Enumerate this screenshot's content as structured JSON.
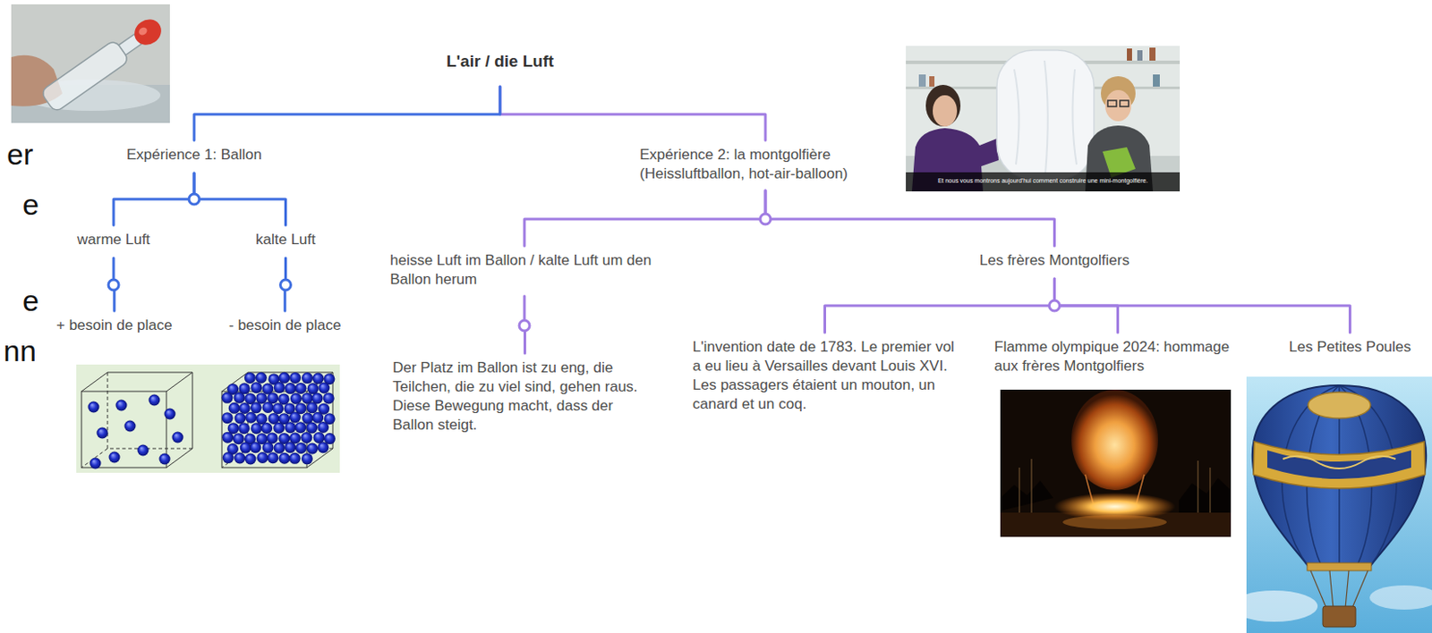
{
  "diagram": {
    "nodes": [
      {
        "text": [
          "L'air / die Luft"
        ]
      },
      {
        "text": [
          "Expérience 1: Ballon"
        ]
      },
      {
        "text": [
          "warme Luft"
        ]
      },
      {
        "text": [
          "kalte Luft"
        ]
      },
      {
        "text": [
          "+ besoin de place"
        ]
      },
      {
        "text": [
          "- besoin de place"
        ]
      },
      {
        "text": [
          "Expérience 2: la montgolfière (Heissluftballon, hot-air-balloon)"
        ]
      },
      {
        "text": [
          "heisse Luft im Ballon / kalte Luft um den Ballon herum"
        ]
      },
      {
        "text": [
          "Der Platz im Ballon ist zu eng, die Teilchen, die zu viel sind, gehen raus. Diese Bewegung macht, dass der Ballon steigt."
        ]
      },
      {
        "text": [
          "Les frères Montgolfiers"
        ]
      },
      {
        "text": [
          "L'invention date de 1783. Le premier vol a eu lieu à Versailles devant Louis XVI. Les passagers étaient un mouton, un canard et un coq."
        ]
      },
      {
        "text": [
          "Flamme olympique 2024: hommage aux frères Montgolfiers"
        ]
      },
      {
        "text": [
          "Les Petites Poules"
        ]
      }
    ],
    "edges": [
      {
        "from": 0,
        "to": 1,
        "arrow": "none"
      },
      {
        "from": 0,
        "to": 6,
        "arrow": "none"
      },
      {
        "from": 1,
        "to": 2,
        "arrow": "none"
      },
      {
        "from": 1,
        "to": 3,
        "arrow": "none"
      },
      {
        "from": 2,
        "to": 4,
        "arrow": "none"
      },
      {
        "from": 3,
        "to": 5,
        "arrow": "none"
      },
      {
        "from": 6,
        "to": 7,
        "arrow": "none"
      },
      {
        "from": 6,
        "to": 9,
        "arrow": "none"
      },
      {
        "from": 7,
        "to": 8,
        "arrow": "none"
      },
      {
        "from": 9,
        "to": 10,
        "arrow": "none"
      },
      {
        "from": 9,
        "to": 11,
        "arrow": "none"
      },
      {
        "from": 9,
        "to": 12,
        "arrow": "none"
      }
    ],
    "labels": [
      "er",
      "e",
      "e",
      "nn",
      "Et nous vous montrons aujourd'hui comment construire une mini-montgolfière."
    ]
  }
}
